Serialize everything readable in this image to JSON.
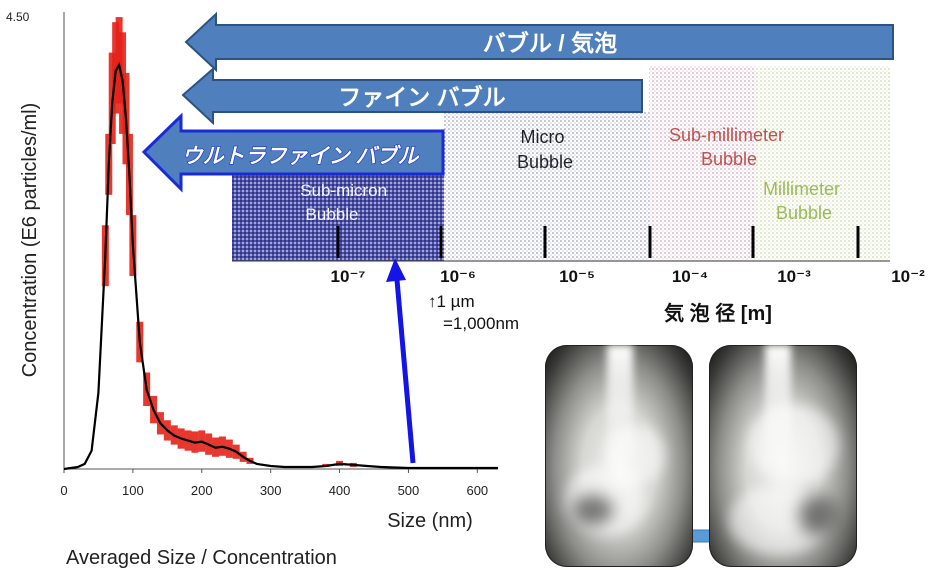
{
  "chart_data": {
    "type": "line",
    "title": "",
    "xlabel": "Size (nm)",
    "ylabel": "Concentration (E6 particles/ml)",
    "xlim": [
      0,
      630
    ],
    "ylim": [
      0,
      4.5
    ],
    "ymax_label": "4.50",
    "x_ticks": [
      0,
      100,
      200,
      300,
      400,
      500,
      600
    ],
    "grid": false,
    "series": [
      {
        "name": "",
        "color": "#000000",
        "x": [
          0,
          20,
          30,
          40,
          50,
          60,
          65,
          70,
          75,
          80,
          85,
          90,
          95,
          100,
          110,
          120,
          130,
          140,
          150,
          160,
          170,
          180,
          190,
          200,
          210,
          220,
          230,
          240,
          250,
          260,
          270,
          280,
          300,
          320,
          340,
          360,
          380,
          400,
          420,
          440,
          460,
          500,
          550,
          600,
          630
        ],
        "y": [
          0,
          0.02,
          0.05,
          0.18,
          0.75,
          2.1,
          3.0,
          3.6,
          3.92,
          3.98,
          3.82,
          3.45,
          2.9,
          2.2,
          1.25,
          0.78,
          0.58,
          0.45,
          0.38,
          0.33,
          0.3,
          0.28,
          0.26,
          0.27,
          0.24,
          0.21,
          0.22,
          0.2,
          0.17,
          0.12,
          0.08,
          0.05,
          0.03,
          0.02,
          0.02,
          0.02,
          0.03,
          0.05,
          0.04,
          0.03,
          0.02,
          0.01,
          0.01,
          0.01,
          0.01
        ]
      }
    ],
    "error_band": {
      "name": "",
      "color": "#e32218",
      "x": [
        60,
        65,
        70,
        75,
        80,
        85,
        90,
        95,
        100,
        110,
        120,
        130,
        140,
        150,
        160,
        170,
        180,
        190,
        200,
        210,
        220,
        230,
        240,
        250,
        260,
        270,
        380,
        400,
        420
      ],
      "lower": [
        1.8,
        2.7,
        3.2,
        3.5,
        3.6,
        3.3,
        3.0,
        2.5,
        1.9,
        1.05,
        0.62,
        0.45,
        0.34,
        0.28,
        0.24,
        0.2,
        0.18,
        0.16,
        0.17,
        0.14,
        0.12,
        0.13,
        0.11,
        0.1,
        0.07,
        0.05,
        0.02,
        0.03,
        0.02
      ],
      "upper": [
        2.4,
        3.3,
        4.1,
        4.4,
        4.45,
        4.3,
        3.9,
        3.3,
        2.5,
        1.45,
        0.95,
        0.72,
        0.56,
        0.48,
        0.43,
        0.4,
        0.38,
        0.37,
        0.38,
        0.35,
        0.31,
        0.32,
        0.29,
        0.24,
        0.17,
        0.11,
        0.05,
        0.08,
        0.06
      ]
    }
  },
  "footer": {
    "caption": "Averaged Size / Concentration"
  },
  "scale": {
    "exponents": [
      "10⁻⁷",
      "10⁻⁶",
      "10⁻⁵",
      "10⁻⁴",
      "10⁻³",
      "10⁻²"
    ],
    "axis_title": "気 泡 径  [m]",
    "micron_note_line1": "↑1 µm",
    "micron_note_line2": "=1,000nm"
  },
  "arrows": {
    "bubble": "バブル / 気泡",
    "fine_bubble": "ファイン バブル",
    "ultrafine_bubble": "ウルトラファイン バブル"
  },
  "regions": {
    "submicron": [
      "Sub-micron",
      "Bubble"
    ],
    "micro": [
      "Micro",
      "Bubble"
    ],
    "submillimeter": [
      "Sub-millimeter",
      "Bubble"
    ],
    "millimeter": [
      "Millimeter",
      "Bubble"
    ]
  },
  "colors": {
    "arrow_fill": "#4f80bd",
    "arrow_stroke": "#2c5282",
    "ultrafine_stroke": "#1a2bd6",
    "pointer": "#1414e6",
    "submicron_fill": "#2b2f8a",
    "micro_fill": "#8e8ec8",
    "submillimeter_fill": "#c48aa6",
    "millimeter_fill": "#b9cf8a",
    "submillimeter_text": "#c0504d",
    "millimeter_text": "#9bbb59"
  }
}
